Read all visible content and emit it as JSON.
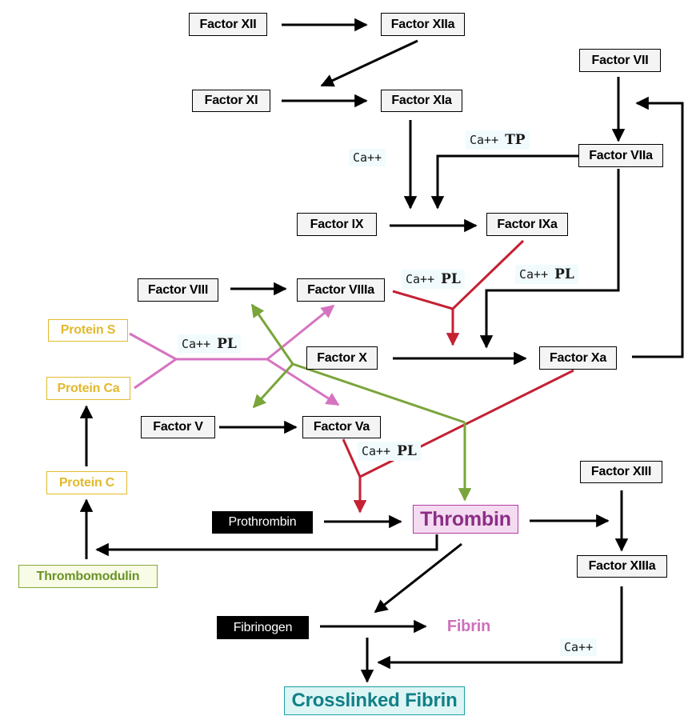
{
  "colors": {
    "black": "#000000",
    "red": "#c42133",
    "pink": "#d673c0",
    "green": "#7aa53a"
  },
  "factors": {
    "f12": "Factor XII",
    "f12a": "Factor XIIa",
    "f11": "Factor XI",
    "f11a": "Factor XIa",
    "f7": "Factor VII",
    "f7a": "Factor VIIa",
    "f9": "Factor IX",
    "f9a": "Factor IXa",
    "f8": "Factor VIII",
    "f8a": "Factor VIIIa",
    "f10": "Factor X",
    "f10a": "Factor Xa",
    "f5": "Factor V",
    "f5a": "Factor Va",
    "f13": "Factor XIII",
    "f13a": "Factor XIIIa"
  },
  "proteins": {
    "protein_s": "Protein S",
    "protein_ca": "Protein Ca",
    "protein_c": "Protein C"
  },
  "thrombomodulin": "Thrombomodulin",
  "prothrombin": "Prothrombin",
  "thrombin": "Thrombin",
  "fibrinogen": "Fibrinogen",
  "fibrin": "Fibrin",
  "crosslinked_fibrin": "Crosslinked Fibrin",
  "cofactors": {
    "ca_small": "Ca++",
    "pl": "PL",
    "tp": "TP"
  }
}
